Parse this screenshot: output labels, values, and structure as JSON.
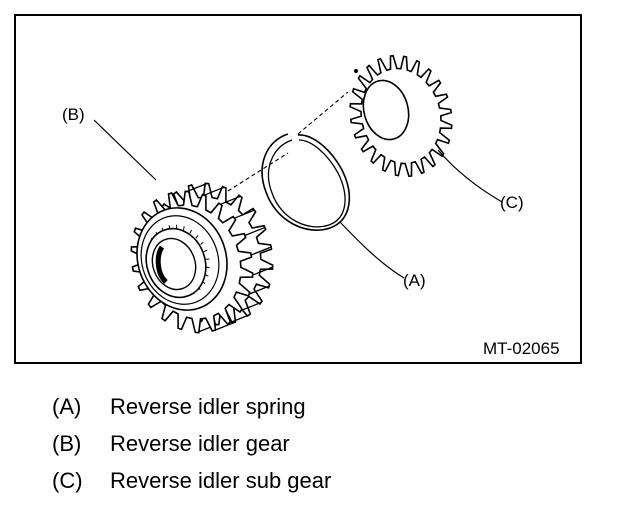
{
  "figure": {
    "callouts": {
      "a": "(A)",
      "b": "(B)",
      "c": "(C)"
    },
    "code": "MT-02065"
  },
  "legend": [
    {
      "key": "(A)",
      "text": "Reverse idler spring"
    },
    {
      "key": "(B)",
      "text": "Reverse idler gear"
    },
    {
      "key": "(C)",
      "text": "Reverse idler sub gear"
    }
  ]
}
